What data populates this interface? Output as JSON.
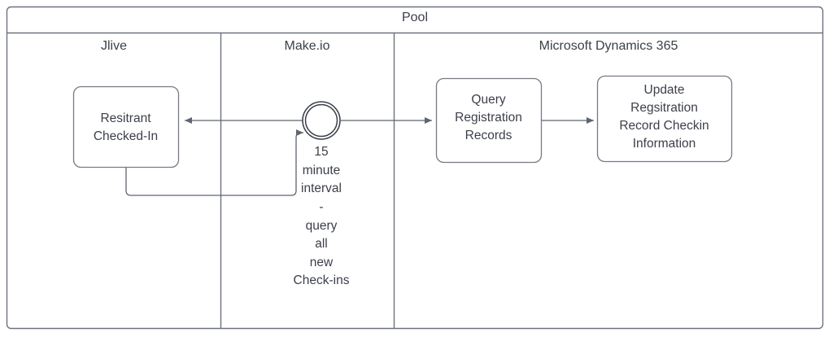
{
  "diagram": {
    "type": "bpmn-pool-lane",
    "pool": {
      "title": "Pool"
    },
    "lanes": [
      {
        "id": "lane-jlive",
        "label": "Jlive"
      },
      {
        "id": "lane-makeio",
        "label": "Make.io"
      },
      {
        "id": "lane-dynamics",
        "label": "Microsoft Dynamics 365"
      }
    ],
    "nodes": [
      {
        "id": "node-resitrant-checked-in",
        "shape": "rounded-rect",
        "lane": "lane-jlive",
        "label": "Resitrant\nChecked-In"
      },
      {
        "id": "node-timer-event",
        "shape": "double-circle",
        "lane": "lane-makeio",
        "label": "15\nminute\ninterval\n-\nquery\nall\nnew\nCheck-ins"
      },
      {
        "id": "node-query-registration-records",
        "shape": "rounded-rect",
        "lane": "lane-dynamics",
        "label": "Query\nRegistration\nRecords"
      },
      {
        "id": "node-update-registration-record",
        "shape": "rounded-rect",
        "lane": "lane-dynamics",
        "label": "Update\nRegsitration\nRecord Checkin\nInformation"
      }
    ],
    "connectors": [
      {
        "id": "flow-timer-to-resitrant",
        "from": "node-timer-event",
        "to": "node-resitrant-checked-in",
        "direction": "left"
      },
      {
        "id": "flow-resitrant-to-timer",
        "from": "node-resitrant-checked-in",
        "to": "node-timer-event",
        "direction": "loop-back"
      },
      {
        "id": "flow-timer-to-query",
        "from": "node-timer-event",
        "to": "node-query-registration-records",
        "direction": "right"
      },
      {
        "id": "flow-query-to-update",
        "from": "node-query-registration-records",
        "to": "node-update-registration-record",
        "direction": "right"
      }
    ],
    "colors": {
      "stroke": "#6b7280",
      "node_stroke": "#767a86",
      "connector": "#5e6470",
      "text": "#3b3f49",
      "background": "#ffffff"
    }
  }
}
